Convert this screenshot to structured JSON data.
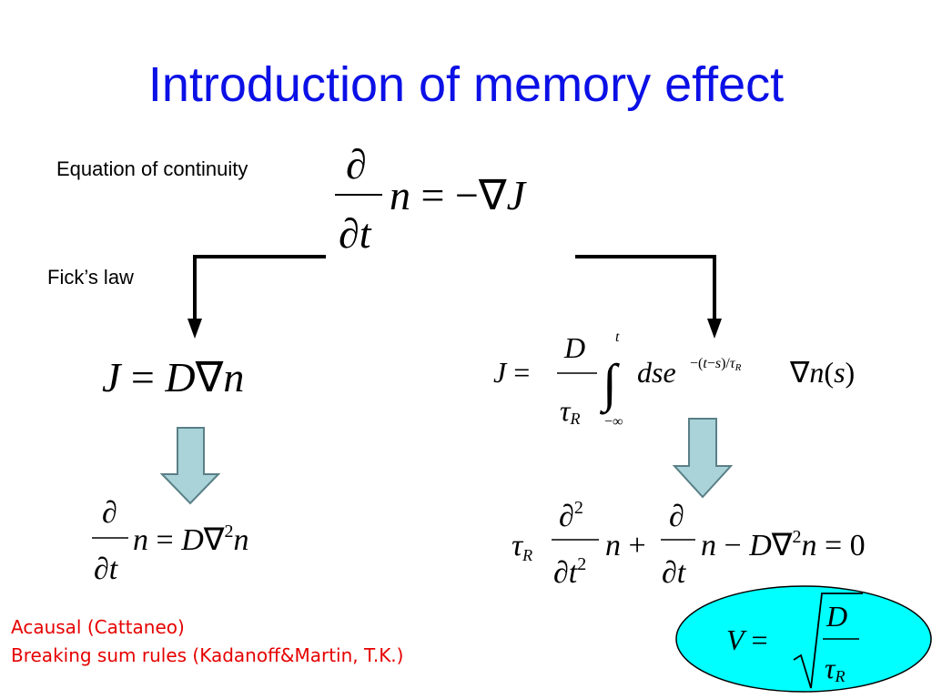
{
  "slide": {
    "title": "Introduction of memory effect",
    "title_color": "#0b10e6",
    "labels": {
      "continuity": "Equation of continuity",
      "fick": "Fick’s law"
    },
    "notes": [
      "Acausal (Cattaneo)",
      "Breaking sum rules (Kadanoff&Martin, T.K.)"
    ],
    "notes_color": "#e60000",
    "equations": {
      "continuity": "∂n/∂t = −∇J",
      "fick_current": "J = D∇n",
      "memory_current": "J = (D/τR) ∫_{−∞}^{t} ds e^{−(t−s)/τR} ∇n(s)",
      "diffusion": "∂n/∂t = D∇²n",
      "telegraph": "τR ∂²n/∂t² + ∂n/∂t − D∇²n = 0",
      "velocity": "V = √(D/τR)"
    },
    "colors": {
      "arrow_fill": "#a9d3d9",
      "ellipse_fill": "#00ffff"
    }
  }
}
